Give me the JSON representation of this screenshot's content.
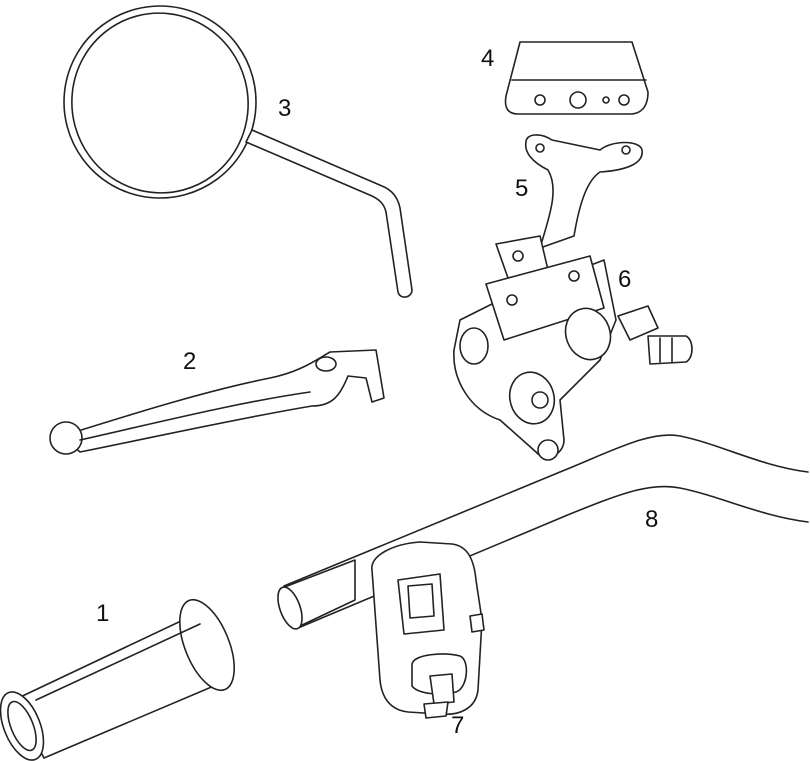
{
  "diagram": {
    "background": "#ffffff",
    "line_color": "#222222",
    "parts": [
      {
        "id": "grip",
        "callout": "1"
      },
      {
        "id": "lever",
        "callout": "2"
      },
      {
        "id": "mirror",
        "callout": "3"
      },
      {
        "id": "reservoir-cap",
        "callout": "4"
      },
      {
        "id": "bracket",
        "callout": "5"
      },
      {
        "id": "master-cylinder",
        "callout": "6"
      },
      {
        "id": "switch-housing",
        "callout": "7"
      },
      {
        "id": "handlebar",
        "callout": "8"
      }
    ]
  }
}
